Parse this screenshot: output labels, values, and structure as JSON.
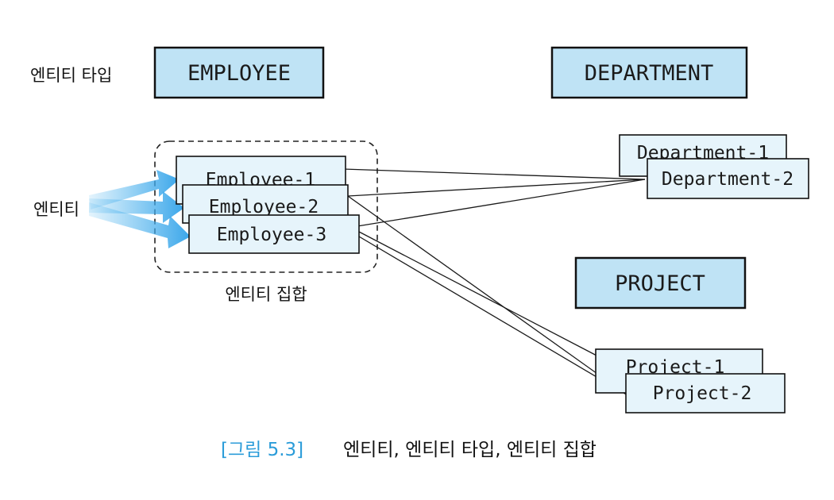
{
  "labels": {
    "entity_type": "엔티티 타입",
    "entity": "엔티티",
    "entity_set": "엔티티 집합"
  },
  "entity_types": {
    "employee": "EMPLOYEE",
    "department": "DEPARTMENT",
    "project": "PROJECT"
  },
  "employees": [
    "Employee-1",
    "Employee-2",
    "Employee-3"
  ],
  "departments": [
    "Department-1",
    "Department-2"
  ],
  "projects": [
    "Project-1",
    "Project-2"
  ],
  "caption": {
    "number": "[그림 5.3]",
    "text": "엔티티, 엔티티 타입, 엔티티 집합"
  },
  "colors": {
    "type_box_fill": "#bfe3f5",
    "instance_fill": "#e6f4fb",
    "arrow": "#4db4ee",
    "caption_number": "#2b9cd9",
    "border": "#111111"
  }
}
